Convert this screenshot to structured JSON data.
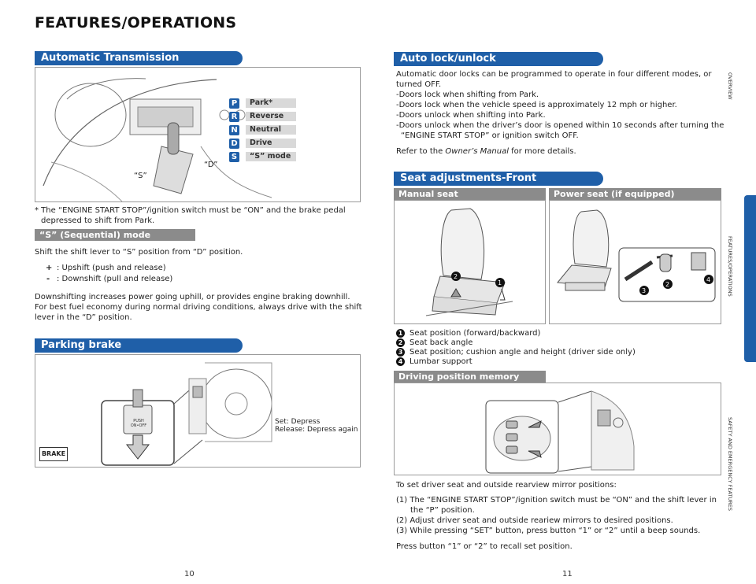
{
  "page_title": "FEATURES/OPERATIONS",
  "left": {
    "auto_trans": {
      "header": "Automatic Transmission",
      "gears": [
        {
          "letter": "P",
          "label": "Park*"
        },
        {
          "letter": "R",
          "label": "Reverse"
        },
        {
          "letter": "N",
          "label": "Neutral"
        },
        {
          "letter": "D",
          "label": "Drive"
        },
        {
          "letter": "S",
          "label": "“S” mode"
        }
      ],
      "label_s": "“S”",
      "label_d": "“D”",
      "footnote_l1": "* The “ENGINE START STOP”/ignition switch must be “ON” and the brake pedal",
      "footnote_l2": "depressed to shift from Park."
    },
    "s_mode": {
      "header": "“S” (Sequential) mode",
      "intro": "Shift the shift lever to “S” position from “D” position.",
      "plus_sym": "+",
      "plus_text": ": Upshift (push and release)",
      "minus_sym": "-",
      "minus_text": ": Downshift (pull and release)",
      "body_l1": "Downshifting increases power going uphill, or provides engine braking downhill.",
      "body_l2": "For best fuel economy during normal driving conditions, always drive with the shift",
      "body_l3": "lever in the “D” position."
    },
    "parking_brake": {
      "header": "Parking brake",
      "brake_label": "BRAKE",
      "button_label": "PUSH ON•OFF",
      "set_text": "Set: Depress",
      "release_text": "Release: Depress again"
    },
    "page_number": "10"
  },
  "right": {
    "auto_lock": {
      "header": "Auto lock/unlock",
      "l1": "Automatic door locks can be programmed to operate in four different modes, or",
      "l2": "turned OFF.",
      "l3": "-Doors lock when shifting from Park.",
      "l4": "-Doors lock when the vehicle speed is approximately 12 mph or higher.",
      "l5": "-Doors unlock when shifting into Park.",
      "l6": "-Doors unlock when the driver’s door is opened within 10 seconds after turning the",
      "l7": "“ENGINE START STOP” or ignition switch OFF.",
      "refer_pre": "Refer to the ",
      "refer_em": "Owner’s Manual",
      "refer_post": " for more details."
    },
    "seat_adj": {
      "header": "Seat adjustments-Front",
      "manual_header": "Manual seat",
      "power_header": "Power seat (if equipped)",
      "items": [
        {
          "num": "1",
          "text": "Seat position (forward/backward)"
        },
        {
          "num": "2",
          "text": "Seat back angle"
        },
        {
          "num": "3",
          "text": "Seat position; cushion angle and height (driver side only)"
        },
        {
          "num": "4",
          "text": "Lumbar support"
        }
      ]
    },
    "driving_memory": {
      "header": "Driving position memory",
      "intro": "To set driver seat and outside rearview mirror positions:",
      "s1_l1": "(1) The “ENGINE START STOP”/ignition switch must be “ON” and the shift lever in",
      "s1_l2": "the “P” position.",
      "s2": "(2) Adjust driver seat and outside reariew mirrors to desired positions.",
      "s3": "(3) While pressing “SET” button, press button “1” or “2” until a beep sounds.",
      "recall": "Press button “1” or “2” to recall set position."
    },
    "page_number": "11"
  },
  "side_tabs": [
    "OVERVIEW",
    "FEATURES/OPERATIONS",
    "SAFETY AND EMERGENCY FEATURES"
  ],
  "colors": {
    "accent": "#1f5fa8",
    "sub_header": "#8b8b8b"
  }
}
